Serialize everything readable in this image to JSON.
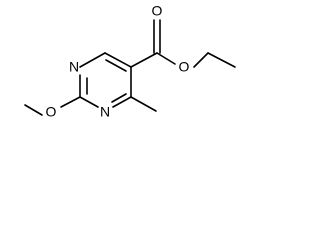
{
  "molecule": {
    "atoms": {
      "n1": "N",
      "n3": "N",
      "o_methoxy": "O",
      "o_carbonyl": "O",
      "o_ester": "O"
    },
    "colors": {
      "line": "#000000",
      "background": "#ffffff"
    }
  }
}
